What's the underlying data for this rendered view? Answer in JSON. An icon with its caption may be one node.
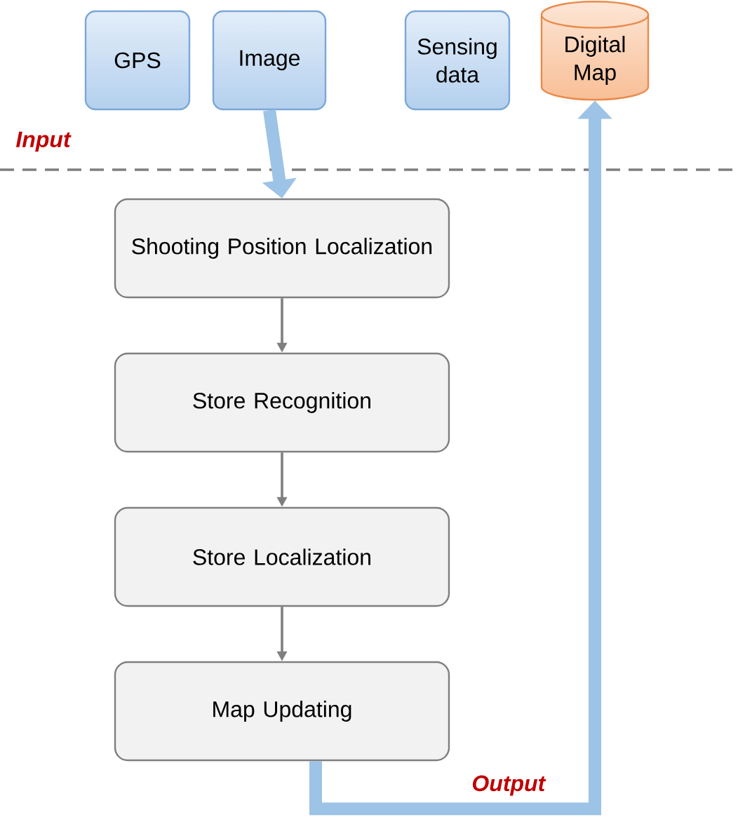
{
  "diagram": {
    "nodes": [
      {
        "text": [
          "GPS"
        ]
      },
      {
        "text": [
          "Image"
        ]
      },
      {
        "text": [
          "Sensing data"
        ]
      },
      {
        "text": [
          "Digital Map"
        ]
      },
      {
        "text": [
          "Shooting Position Localization"
        ]
      },
      {
        "text": [
          "Store Recognition"
        ]
      },
      {
        "text": [
          "Store Localization"
        ]
      },
      {
        "text": [
          "Map Updating"
        ]
      }
    ],
    "edges": [
      {
        "from": 1,
        "to": 4,
        "arrow": "to",
        "style": "thick",
        "color": "#9dc3e6"
      },
      {
        "from": 4,
        "to": 5,
        "arrow": "to"
      },
      {
        "from": 5,
        "to": 6,
        "arrow": "to"
      },
      {
        "from": 6,
        "to": 7,
        "arrow": "to"
      },
      {
        "from": 7,
        "to": 3,
        "arrow": "to",
        "style": "thick",
        "color": "#9dc3e6"
      }
    ],
    "labels": [
      "Input",
      "Output"
    ]
  }
}
